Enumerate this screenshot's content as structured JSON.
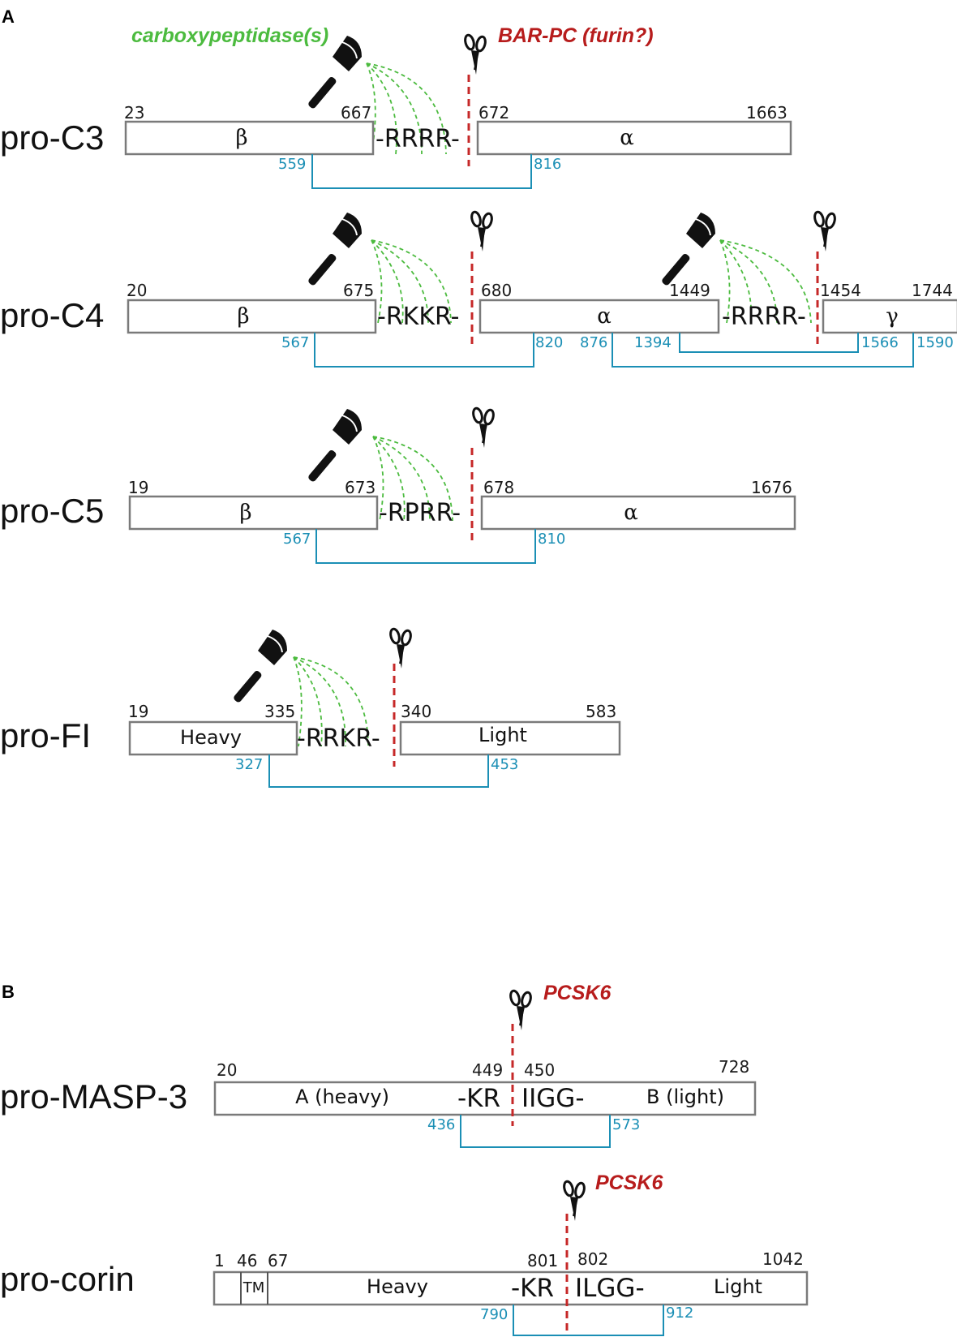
{
  "panels": {
    "a": "A",
    "b": "B"
  },
  "enzymes": {
    "carboxypeptidase": "carboxypeptidase(s)",
    "bar_pc": "BAR-PC (furin?)",
    "pcsk6_masp": "PCSK6",
    "pcsk6_corin": "PCSK6"
  },
  "c3": {
    "name": "pro-C3",
    "motif": "-RRRR-",
    "beta": "β",
    "alpha": "α",
    "n1": "23",
    "n2": "667",
    "n3": "672",
    "n4": "1663",
    "b1": "559",
    "b2": "816"
  },
  "c4": {
    "name": "pro-C4",
    "motif1": "-RKKR-",
    "motif2": "-RRRR-",
    "beta": "β",
    "alpha": "α",
    "gamma": "γ",
    "n1": "20",
    "n2": "675",
    "n3": "680",
    "n4": "1449",
    "n5": "1454",
    "n6": "1744",
    "b1": "567",
    "b2": "820",
    "b3": "876",
    "b4": "1394",
    "b5": "1566",
    "b6": "1590"
  },
  "c5": {
    "name": "pro-C5",
    "motif": "-RPRR-",
    "beta": "β",
    "alpha": "α",
    "n1": "19",
    "n2": "673",
    "n3": "678",
    "n4": "1676",
    "b1": "567",
    "b2": "810"
  },
  "fi": {
    "name": "pro-FI",
    "motif": "-RRKR-",
    "heavy": "Heavy",
    "light": "Light",
    "n1": "19",
    "n2": "335",
    "n3": "340",
    "n4": "583",
    "b1": "327",
    "b2": "453"
  },
  "masp3": {
    "name": "pro-MASP-3",
    "heavy": "A (heavy)",
    "light": "B (light)",
    "motif_left": "-KR",
    "motif_right": "IIGG-",
    "n1": "20",
    "n2": "449",
    "n3": "450",
    "n4": "728",
    "b1": "436",
    "b2": "573"
  },
  "corin": {
    "name": "pro-corin",
    "tm": "TM",
    "heavy": "Heavy",
    "light": "Light",
    "motif_left": "-KR",
    "motif_right": "ILGG-",
    "n1": "1",
    "n2": "46",
    "n3": "67",
    "n4": "801",
    "n5": "802",
    "n6": "1042",
    "b1": "790",
    "b2": "912"
  },
  "icons": [
    "axe-icon",
    "scissors-icon"
  ],
  "colors": {
    "cleavage_line": "#c62828",
    "carboxypeptidase": "#4cbb3f",
    "disulfide_bond": "#1b8fb5",
    "enzyme_label_red": "#b71c1c",
    "box_stroke": "#7a7a7a"
  }
}
